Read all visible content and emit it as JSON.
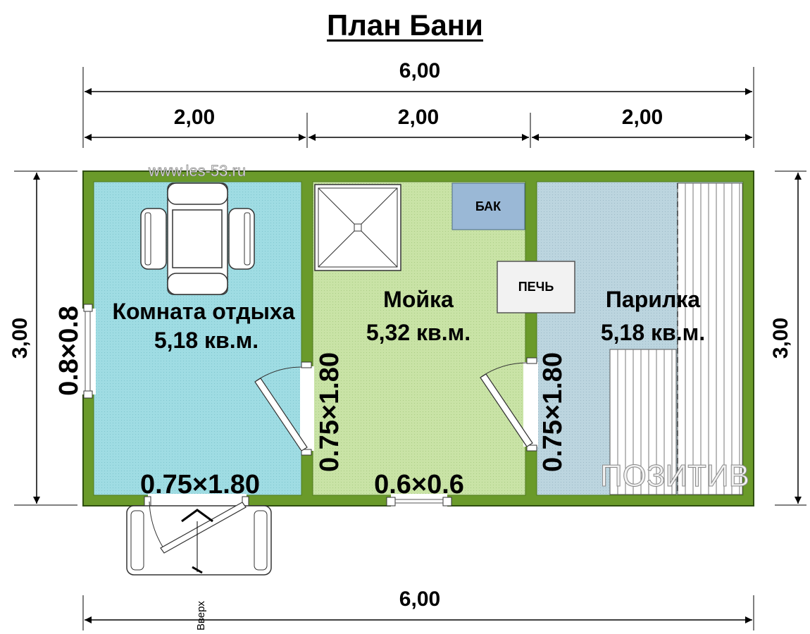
{
  "title": "План Бани",
  "watermark_site": "www.les-53.ru",
  "watermark_brand": "ПОЗИТИВ",
  "dimensions": {
    "top_total": "6,00",
    "top_segment_1": "2,00",
    "top_segment_2": "2,00",
    "top_segment_3": "2,00",
    "bottom_total": "6,00",
    "left_height": "3,00",
    "right_height": "3,00"
  },
  "rooms": [
    {
      "name": "Комната отдыха",
      "area": "5,18 кв.м."
    },
    {
      "name": "Мойка",
      "area": "5,32 кв.м."
    },
    {
      "name": "Парилка",
      "area": "5,18 кв.м."
    }
  ],
  "fixtures": {
    "tank_label": "БАК",
    "stove_label": "ПЕЧЬ"
  },
  "openings": {
    "left_window": "0.8×0.8",
    "entry_door": "0.75×1.80",
    "wash_door": "0.75×1.80",
    "steam_door": "0.75×1.80",
    "wash_window": "0.6×0.6"
  },
  "stairs_label": "Вверх",
  "colors": {
    "wall": "#6a9a2a",
    "rest_room": "#9edde2",
    "wash_room": "#c8e2a4",
    "steam_room": "#b8d4e0",
    "tank": "#9ab8d6"
  }
}
